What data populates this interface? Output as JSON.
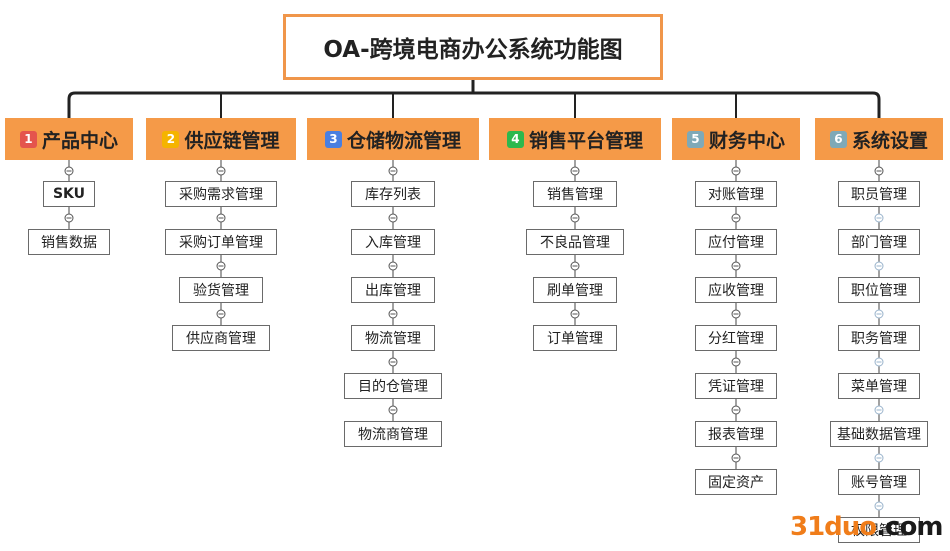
{
  "root": {
    "title": "OA-跨境电商办公系统功能图"
  },
  "colors": {
    "accent": "#f59a48",
    "border": "#f0964a",
    "line": "#222222"
  },
  "categories": [
    {
      "num": "1",
      "label": "产品中心",
      "badge_color": "#e4554d",
      "items": [
        "SKU",
        "销售数据"
      ]
    },
    {
      "num": "2",
      "label": "供应链管理",
      "badge_color": "#f5b400",
      "items": [
        "采购需求管理",
        "采购订单管理",
        "验货管理",
        "供应商管理"
      ]
    },
    {
      "num": "3",
      "label": "仓储物流管理",
      "badge_color": "#4a7fe0",
      "items": [
        "库存列表",
        "入库管理",
        "出库管理",
        "物流管理",
        "目的仓管理",
        "物流商管理"
      ]
    },
    {
      "num": "4",
      "label": "销售平台管理",
      "badge_color": "#2db84d",
      "items": [
        "销售管理",
        "不良品管理",
        "刷单管理",
        "订单管理"
      ]
    },
    {
      "num": "5",
      "label": "财务中心",
      "badge_color": "#7fa9b7",
      "items": [
        "对账管理",
        "应付管理",
        "应收管理",
        "分红管理",
        "凭证管理",
        "报表管理",
        "固定资产"
      ]
    },
    {
      "num": "6",
      "label": "系统设置",
      "badge_color": "#7fa9b7",
      "items": [
        "职员管理",
        "部门管理",
        "职位管理",
        "职务管理",
        "菜单管理",
        "基础数据管理",
        "账号管理",
        "权限管理"
      ]
    }
  ],
  "watermark": {
    "part1": "31duo",
    "part2": ".com"
  }
}
